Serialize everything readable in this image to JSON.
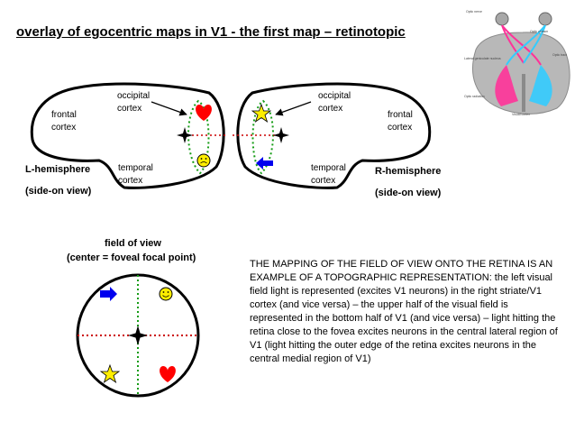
{
  "title": "overlay of egocentric maps in V1 -  the first map – retinotopic",
  "left_hemisphere": {
    "occipital": [
      "occipital",
      "cortex"
    ],
    "frontal": [
      "frontal",
      "cortex"
    ],
    "temporal": [
      "temporal",
      "cortex"
    ],
    "name": "L-hemisphere",
    "view": "(side-on view)"
  },
  "right_hemisphere": {
    "occipital": [
      "occipital",
      "cortex"
    ],
    "frontal": [
      "frontal",
      "cortex"
    ],
    "temporal": [
      "temporal",
      "cortex"
    ],
    "name": "R-hemisphere",
    "view": "(side-on view)"
  },
  "field_of_view": {
    "title": "field of view",
    "subtitle": "(center = foveal focal point)"
  },
  "paragraph": "THE MAPPING OF THE FIELD OF VIEW ONTO THE RETINA IS AN EXAMPLE OF A TOPOGRAPHIC REPRESENTATION:  the left visual field light is represented (excites V1 neurons) in the right striate/V1 cortex (and vice versa) – the upper half of the visual field is represented in the bottom half of V1 (and vice versa) – light hitting the retina close to the fovea excites neurons in the central lateral region of V1 (light hitting the outer edge of the retina excites neurons in the central medial region of V1)",
  "colors": {
    "green_dotted": "#159c15",
    "red_dotted": "#cc0000",
    "heart": "#ff0000",
    "star": "#ffee00",
    "arrow": "#0000ee",
    "smiley": "#ffee00",
    "optic_pink": "#ff3399",
    "optic_cyan": "#33ccff"
  },
  "inset_labels": [
    "Optic nerve",
    "Optic chiasm",
    "Optic tract",
    "Lateral geniculate nucleus",
    "Optic radiation",
    "Visual cortex"
  ]
}
